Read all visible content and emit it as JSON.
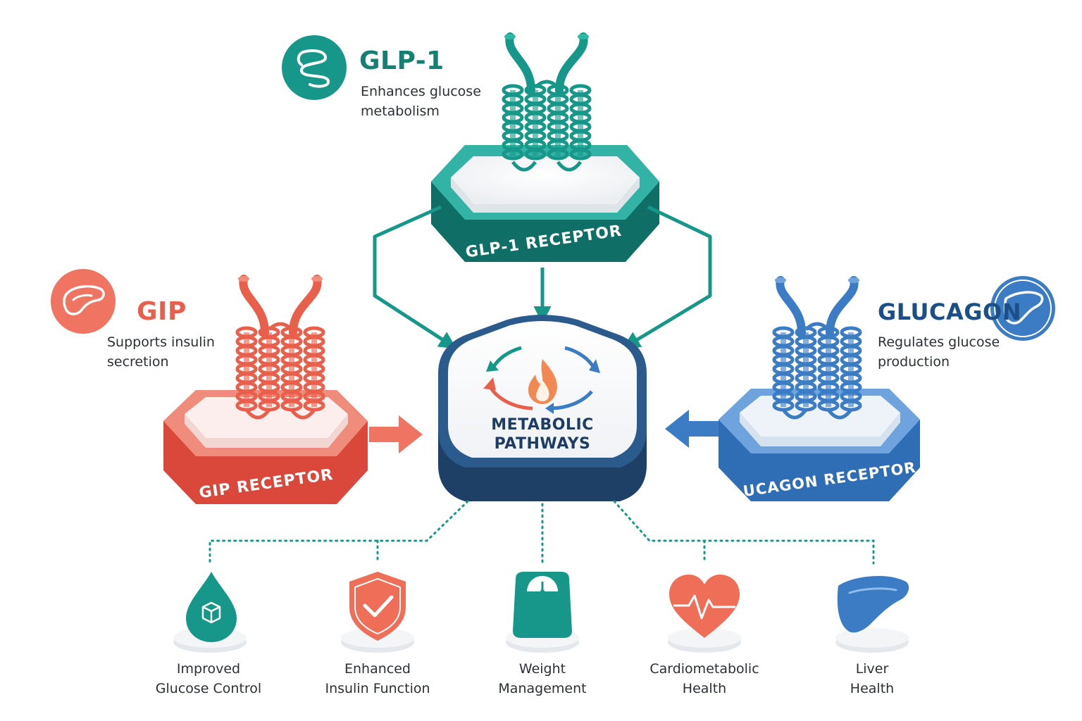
{
  "colors": {
    "glp1": "#17978a",
    "gip": "#e8604c",
    "glucagon": "#3b7cc4",
    "hub": "#244f7c",
    "text": "#2b2f36"
  },
  "agonists": {
    "glp1": {
      "title": "GLP-1",
      "description": "Enhances glucose\nmetabolism",
      "icon": "intestine-icon"
    },
    "gip": {
      "title": "GIP",
      "description": "Supports insulin\nsecretion",
      "icon": "pancreas-icon"
    },
    "glucagon": {
      "title": "GLUCAGON",
      "description": "Regulates glucose\nproduction",
      "icon": "liver-icon"
    }
  },
  "receptors": {
    "glp1": "GLP-1 RECEPTOR",
    "gip": "GIP RECEPTOR",
    "glucagon": "GLUCAGON RECEPTOR"
  },
  "hub": {
    "label": "METABOLIC\nPATHWAYS",
    "icon": "flame-cycle-icon"
  },
  "outcomes": [
    {
      "label": "Improved\nGlucose Control",
      "icon": "glucose-drop-icon"
    },
    {
      "label": "Enhanced\nInsulin Function",
      "icon": "shield-check-icon"
    },
    {
      "label": "Weight\nManagement",
      "icon": "scale-icon"
    },
    {
      "label": "Cardiometabolic\nHealth",
      "icon": "heart-pulse-icon"
    },
    {
      "label": "Liver\nHealth",
      "icon": "liver-icon"
    }
  ]
}
